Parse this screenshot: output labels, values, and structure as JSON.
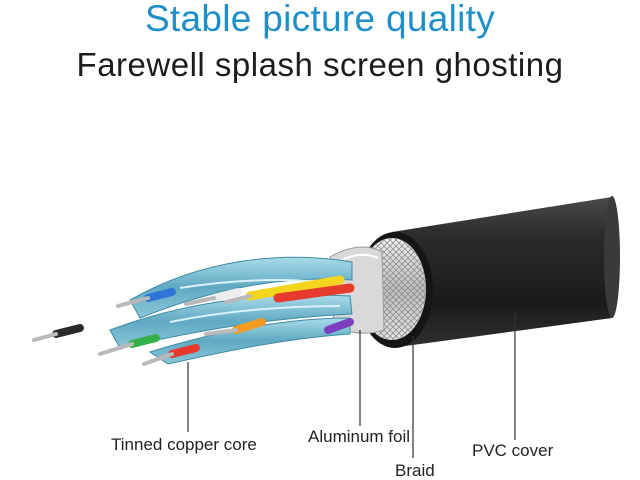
{
  "header": {
    "title": "Stable picture quality",
    "subtitle": "Farewell splash screen ghosting"
  },
  "labels": {
    "tinned_copper_core": "Tinned copper core",
    "aluminum_foil": "Aluminum foil",
    "braid": "Braid",
    "pvc_cover": "PVC cover"
  },
  "colors": {
    "title": "#1e8fc8",
    "jacket": "#222222",
    "strand_shield": "#6fb9cf",
    "wire_yellow": "#f2d51c",
    "wire_red": "#e53a2c",
    "wire_blue": "#2f74d9",
    "wire_green": "#33b24a",
    "wire_orange": "#f29b1e",
    "wire_purple": "#7c3fc0",
    "wire_white": "#ececec",
    "wire_black": "#2a2a2a"
  }
}
